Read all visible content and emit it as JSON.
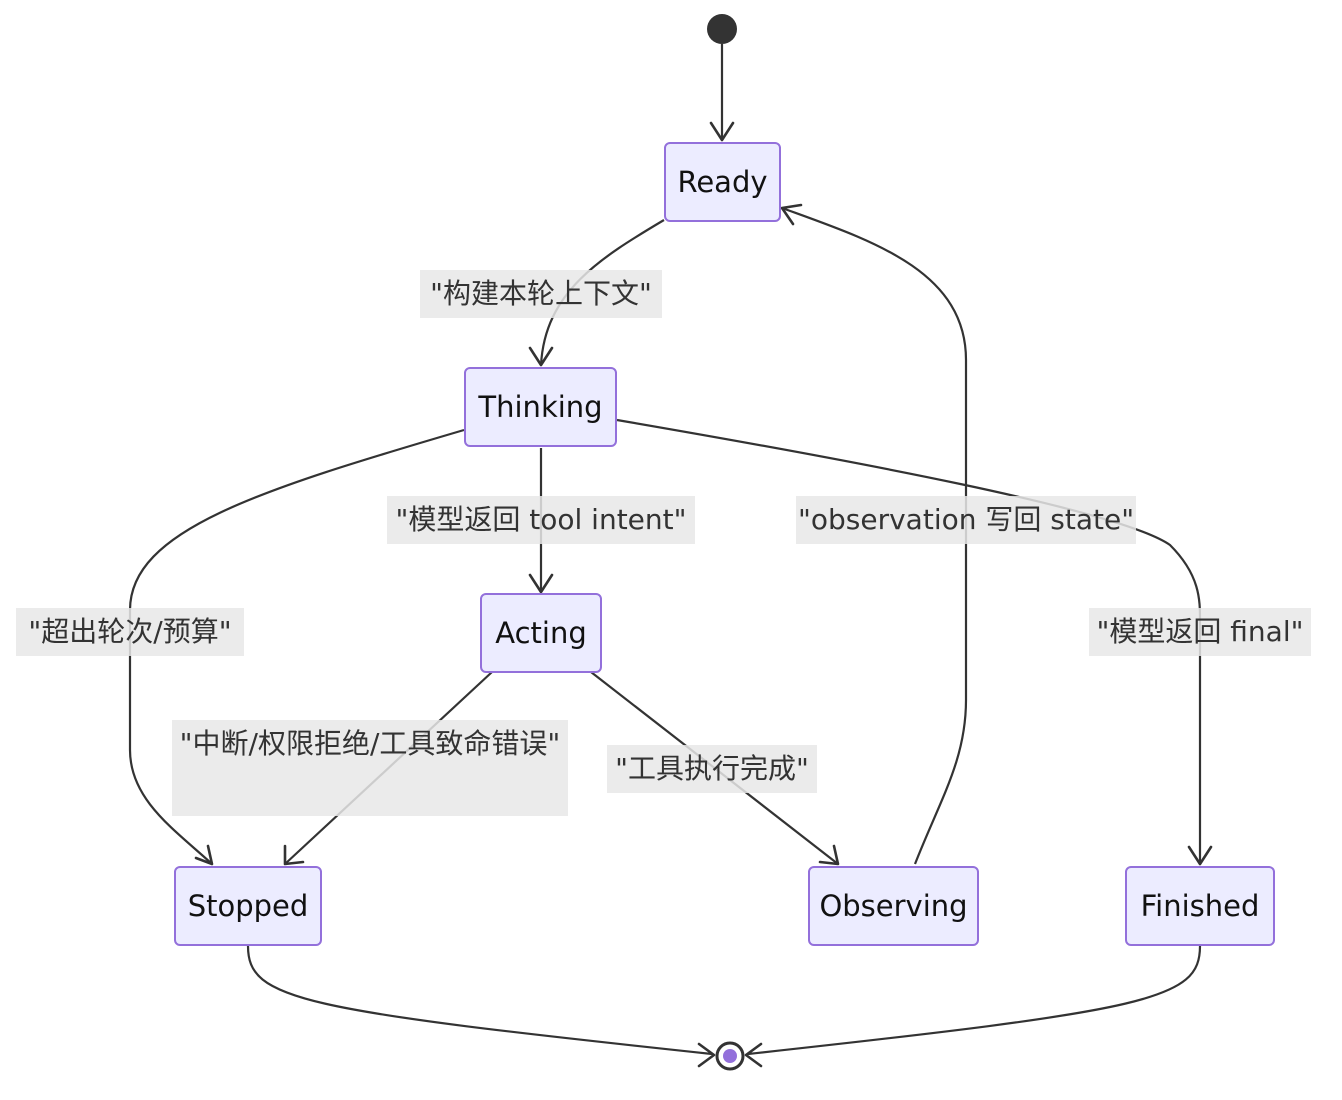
{
  "diagram": {
    "type": "state-diagram",
    "colors": {
      "node_fill": "#ECECFF",
      "node_border": "#9370DB",
      "edge": "#333333",
      "label_bg": "#E8E8E8",
      "end_dot": "#9370DB"
    },
    "states": [
      {
        "id": "ready",
        "label": "Ready"
      },
      {
        "id": "thinking",
        "label": "Thinking"
      },
      {
        "id": "acting",
        "label": "Acting"
      },
      {
        "id": "stopped",
        "label": "Stopped"
      },
      {
        "id": "observing",
        "label": "Observing"
      },
      {
        "id": "finished",
        "label": "Finished"
      }
    ],
    "transitions": [
      {
        "from": "start",
        "to": "ready",
        "label": ""
      },
      {
        "from": "ready",
        "to": "thinking",
        "label": "\"构建本轮上下文\""
      },
      {
        "from": "thinking",
        "to": "acting",
        "label": "\"模型返回 tool intent\""
      },
      {
        "from": "thinking",
        "to": "stopped",
        "label": "\"超出轮次/预算\""
      },
      {
        "from": "thinking",
        "to": "finished",
        "label": "\"模型返回 final\""
      },
      {
        "from": "acting",
        "to": "stopped",
        "label": "\"中断/权限拒绝/工具致命错误\""
      },
      {
        "from": "acting",
        "to": "observing",
        "label": "\"工具执行完成\""
      },
      {
        "from": "observing",
        "to": "ready",
        "label": "\"observation 写回 state\""
      },
      {
        "from": "stopped",
        "to": "end",
        "label": ""
      },
      {
        "from": "finished",
        "to": "end",
        "label": ""
      }
    ]
  }
}
